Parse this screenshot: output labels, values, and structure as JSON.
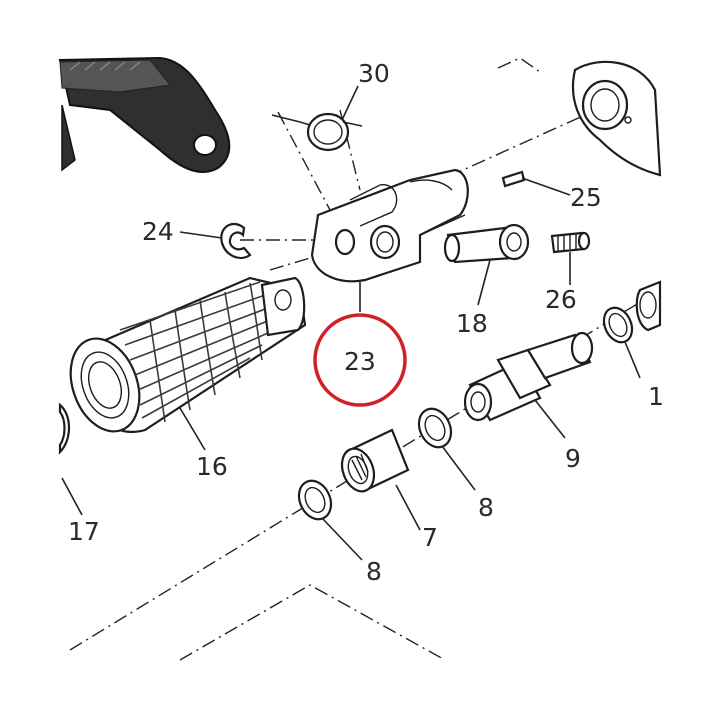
{
  "diagram": {
    "highlight_color": "#d0202a",
    "highlighted_part": "23",
    "labels": {
      "p30": "30",
      "p25": "25",
      "p24": "24",
      "p26": "26",
      "p18": "18",
      "p23": "23",
      "p16": "16",
      "p1": "1",
      "p9": "9",
      "p8a": "8",
      "p8b": "8",
      "p7": "7",
      "p17": "17"
    }
  }
}
